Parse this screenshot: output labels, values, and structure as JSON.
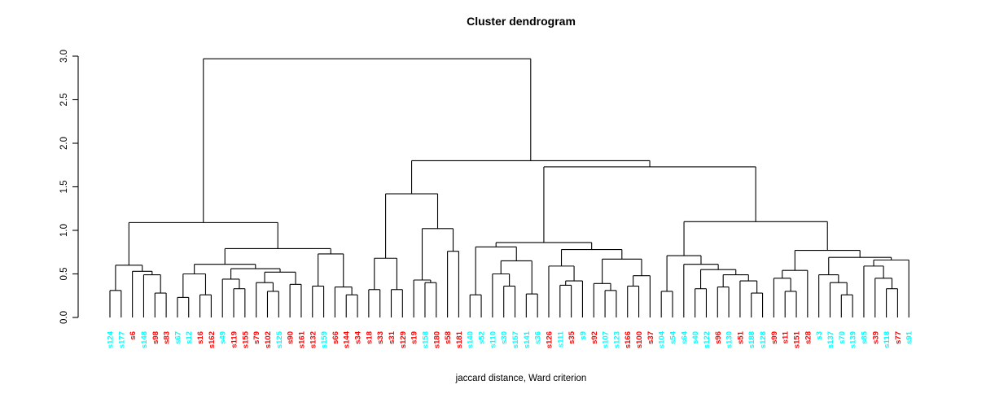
{
  "title": "Cluster dendrogram",
  "caption": "jaccard distance, Ward criterion",
  "colors": {
    "cluster_a": "#00FFFF",
    "cluster_b": "#FF0000",
    "line": "#000000"
  },
  "y_axis": {
    "ticks": [
      "0.0",
      "0.5",
      "1.0",
      "1.5",
      "2.0",
      "2.5",
      "3.0"
    ],
    "min": 0.0,
    "max": 3.0
  },
  "chart_data": {
    "type": "dendrogram",
    "title": "Cluster dendrogram",
    "xlabel": "jaccard distance, Ward criterion",
    "ylabel": "",
    "ylim": [
      0.0,
      3.0
    ],
    "grid": false,
    "leaf_label_colors_legend": {
      "#00FFFF": "cluster-cyan",
      "#FF0000": "cluster-red"
    },
    "leaves": [
      {
        "label": "s124",
        "color": "#00FFFF"
      },
      {
        "label": "s177",
        "color": "#00FFFF"
      },
      {
        "label": "s6",
        "color": "#FF0000"
      },
      {
        "label": "s148",
        "color": "#00FFFF"
      },
      {
        "label": "s98",
        "color": "#FF0000"
      },
      {
        "label": "s83",
        "color": "#FF0000"
      },
      {
        "label": "s67",
        "color": "#00FFFF"
      },
      {
        "label": "s12",
        "color": "#00FFFF"
      },
      {
        "label": "s16",
        "color": "#FF0000"
      },
      {
        "label": "s162",
        "color": "#FF0000"
      },
      {
        "label": "s49",
        "color": "#00FFFF"
      },
      {
        "label": "s119",
        "color": "#FF0000"
      },
      {
        "label": "s155",
        "color": "#FF0000"
      },
      {
        "label": "s79",
        "color": "#FF0000"
      },
      {
        "label": "s102",
        "color": "#FF0000"
      },
      {
        "label": "s125",
        "color": "#00FFFF"
      },
      {
        "label": "s90",
        "color": "#FF0000"
      },
      {
        "label": "s161",
        "color": "#FF0000"
      },
      {
        "label": "s132",
        "color": "#FF0000"
      },
      {
        "label": "s159",
        "color": "#00FFFF"
      },
      {
        "label": "s66",
        "color": "#FF0000"
      },
      {
        "label": "s144",
        "color": "#FF0000"
      },
      {
        "label": "s34",
        "color": "#FF0000"
      },
      {
        "label": "s18",
        "color": "#FF0000"
      },
      {
        "label": "s33",
        "color": "#FF0000"
      },
      {
        "label": "s31",
        "color": "#FF0000"
      },
      {
        "label": "s129",
        "color": "#FF0000"
      },
      {
        "label": "s19",
        "color": "#FF0000"
      },
      {
        "label": "s158",
        "color": "#00FFFF"
      },
      {
        "label": "s180",
        "color": "#FF0000"
      },
      {
        "label": "s58",
        "color": "#FF0000"
      },
      {
        "label": "s181",
        "color": "#FF0000"
      },
      {
        "label": "s140",
        "color": "#00FFFF"
      },
      {
        "label": "s52",
        "color": "#00FFFF"
      },
      {
        "label": "s110",
        "color": "#00FFFF"
      },
      {
        "label": "s30",
        "color": "#00FFFF"
      },
      {
        "label": "s157",
        "color": "#00FFFF"
      },
      {
        "label": "s141",
        "color": "#00FFFF"
      },
      {
        "label": "s36",
        "color": "#00FFFF"
      },
      {
        "label": "s126",
        "color": "#FF0000"
      },
      {
        "label": "s111",
        "color": "#00FFFF"
      },
      {
        "label": "s35",
        "color": "#FF0000"
      },
      {
        "label": "s9",
        "color": "#00FFFF"
      },
      {
        "label": "s92",
        "color": "#FF0000"
      },
      {
        "label": "s107",
        "color": "#00FFFF"
      },
      {
        "label": "s123",
        "color": "#00FFFF"
      },
      {
        "label": "s166",
        "color": "#FF0000"
      },
      {
        "label": "s100",
        "color": "#FF0000"
      },
      {
        "label": "s37",
        "color": "#FF0000"
      },
      {
        "label": "s104",
        "color": "#00FFFF"
      },
      {
        "label": "s54",
        "color": "#00FFFF"
      },
      {
        "label": "s64",
        "color": "#00FFFF"
      },
      {
        "label": "s40",
        "color": "#00FFFF"
      },
      {
        "label": "s122",
        "color": "#00FFFF"
      },
      {
        "label": "s96",
        "color": "#FF0000"
      },
      {
        "label": "s130",
        "color": "#00FFFF"
      },
      {
        "label": "s51",
        "color": "#FF0000"
      },
      {
        "label": "s188",
        "color": "#00FFFF"
      },
      {
        "label": "s128",
        "color": "#00FFFF"
      },
      {
        "label": "s99",
        "color": "#FF0000"
      },
      {
        "label": "s11",
        "color": "#FF0000"
      },
      {
        "label": "s151",
        "color": "#FF0000"
      },
      {
        "label": "s28",
        "color": "#FF0000"
      },
      {
        "label": "s3",
        "color": "#00FFFF"
      },
      {
        "label": "s137",
        "color": "#00FFFF"
      },
      {
        "label": "s70",
        "color": "#00FFFF"
      },
      {
        "label": "s139",
        "color": "#00FFFF"
      },
      {
        "label": "s85",
        "color": "#00FFFF"
      },
      {
        "label": "s39",
        "color": "#FF0000"
      },
      {
        "label": "s118",
        "color": "#00FFFF"
      },
      {
        "label": "s77",
        "color": "#FF0000"
      },
      {
        "label": "s91",
        "color": "#00FFFF"
      }
    ],
    "tree": [
      [
        [
          [
            0,
            1,
            0.31
          ],
          [
            2,
            [
              3,
              [
                4,
                5,
                0.28
              ],
              0.49
            ],
            0.53
          ],
          0.6
        ],
        [
          [
            [
              [
                6,
                7,
                0.23
              ],
              [
                8,
                9,
                0.26
              ],
              0.5
            ],
            [
              [
                10,
                [
                  11,
                  12,
                  0.33
                ],
                0.44
              ],
              [
                [
                  13,
                  [
                    14,
                    15,
                    0.3
                  ],
                  0.4
                ],
                [
                  16,
                  17,
                  0.38
                ],
                0.52
              ],
              0.56
            ],
            0.61
          ],
          [
            [
              18,
              19,
              0.36
            ],
            [
              20,
              [
                21,
                22,
                0.26
              ],
              0.35
            ],
            0.73
          ],
          0.79
        ],
        1.09
      ],
      [
        [
          [
            [
              23,
              24,
              0.32
            ],
            [
              25,
              26,
              0.32
            ],
            0.68
          ],
          [
            [
              27,
              [
                28,
                29,
                0.4
              ],
              0.43
            ],
            [
              30,
              31,
              0.76
            ],
            1.02
          ],
          1.42
        ],
        [
          [
            [
              [
                32,
                33,
                0.26
              ],
              [
                [
                  34,
                  [
                    35,
                    36,
                    0.36
                  ],
                  0.5
                ],
                [
                  37,
                  38,
                  0.27
                ],
                0.65
              ],
              0.81
            ],
            [
              [
                39,
                [
                  [
                    40,
                    41,
                    0.37
                  ],
                  42,
                  0.42
                ],
                0.59
              ],
              [
                [
                  43,
                  [
                    44,
                    45,
                    0.31
                  ],
                  0.39
                ],
                [
                  [
                    46,
                    47,
                    0.36
                  ],
                  48,
                  0.48
                ],
                0.67
              ],
              0.78
            ],
            0.86
          ],
          [
            [
              [
                49,
                50,
                0.3
              ],
              [
                51,
                [
                  [
                    52,
                    53,
                    0.33
                  ],
                  [
                    [
                      54,
                      55,
                      0.35
                    ],
                    [
                      56,
                      [
                        57,
                        58,
                        0.28
                      ],
                      0.42
                    ],
                    0.49
                  ],
                  0.55
                ],
                0.61
              ],
              0.71
            ],
            [
              [
                [
                  59,
                  [
                    60,
                    61,
                    0.3
                  ],
                  0.45
                ],
                62,
                0.54
              ],
              [
                [
                  63,
                  [
                    64,
                    [
                      65,
                      66,
                      0.26
                    ],
                    0.4
                  ],
                  0.49
                ],
                [
                  [
                    67,
                    [
                      68,
                      [
                        69,
                        70,
                        0.33
                      ],
                      0.45
                    ],
                    0.59
                  ],
                  71,
                  0.66
                ],
                0.69
              ],
              0.77
            ],
            1.1
          ],
          1.73
        ],
        1.8
      ],
      2.97
    ]
  }
}
